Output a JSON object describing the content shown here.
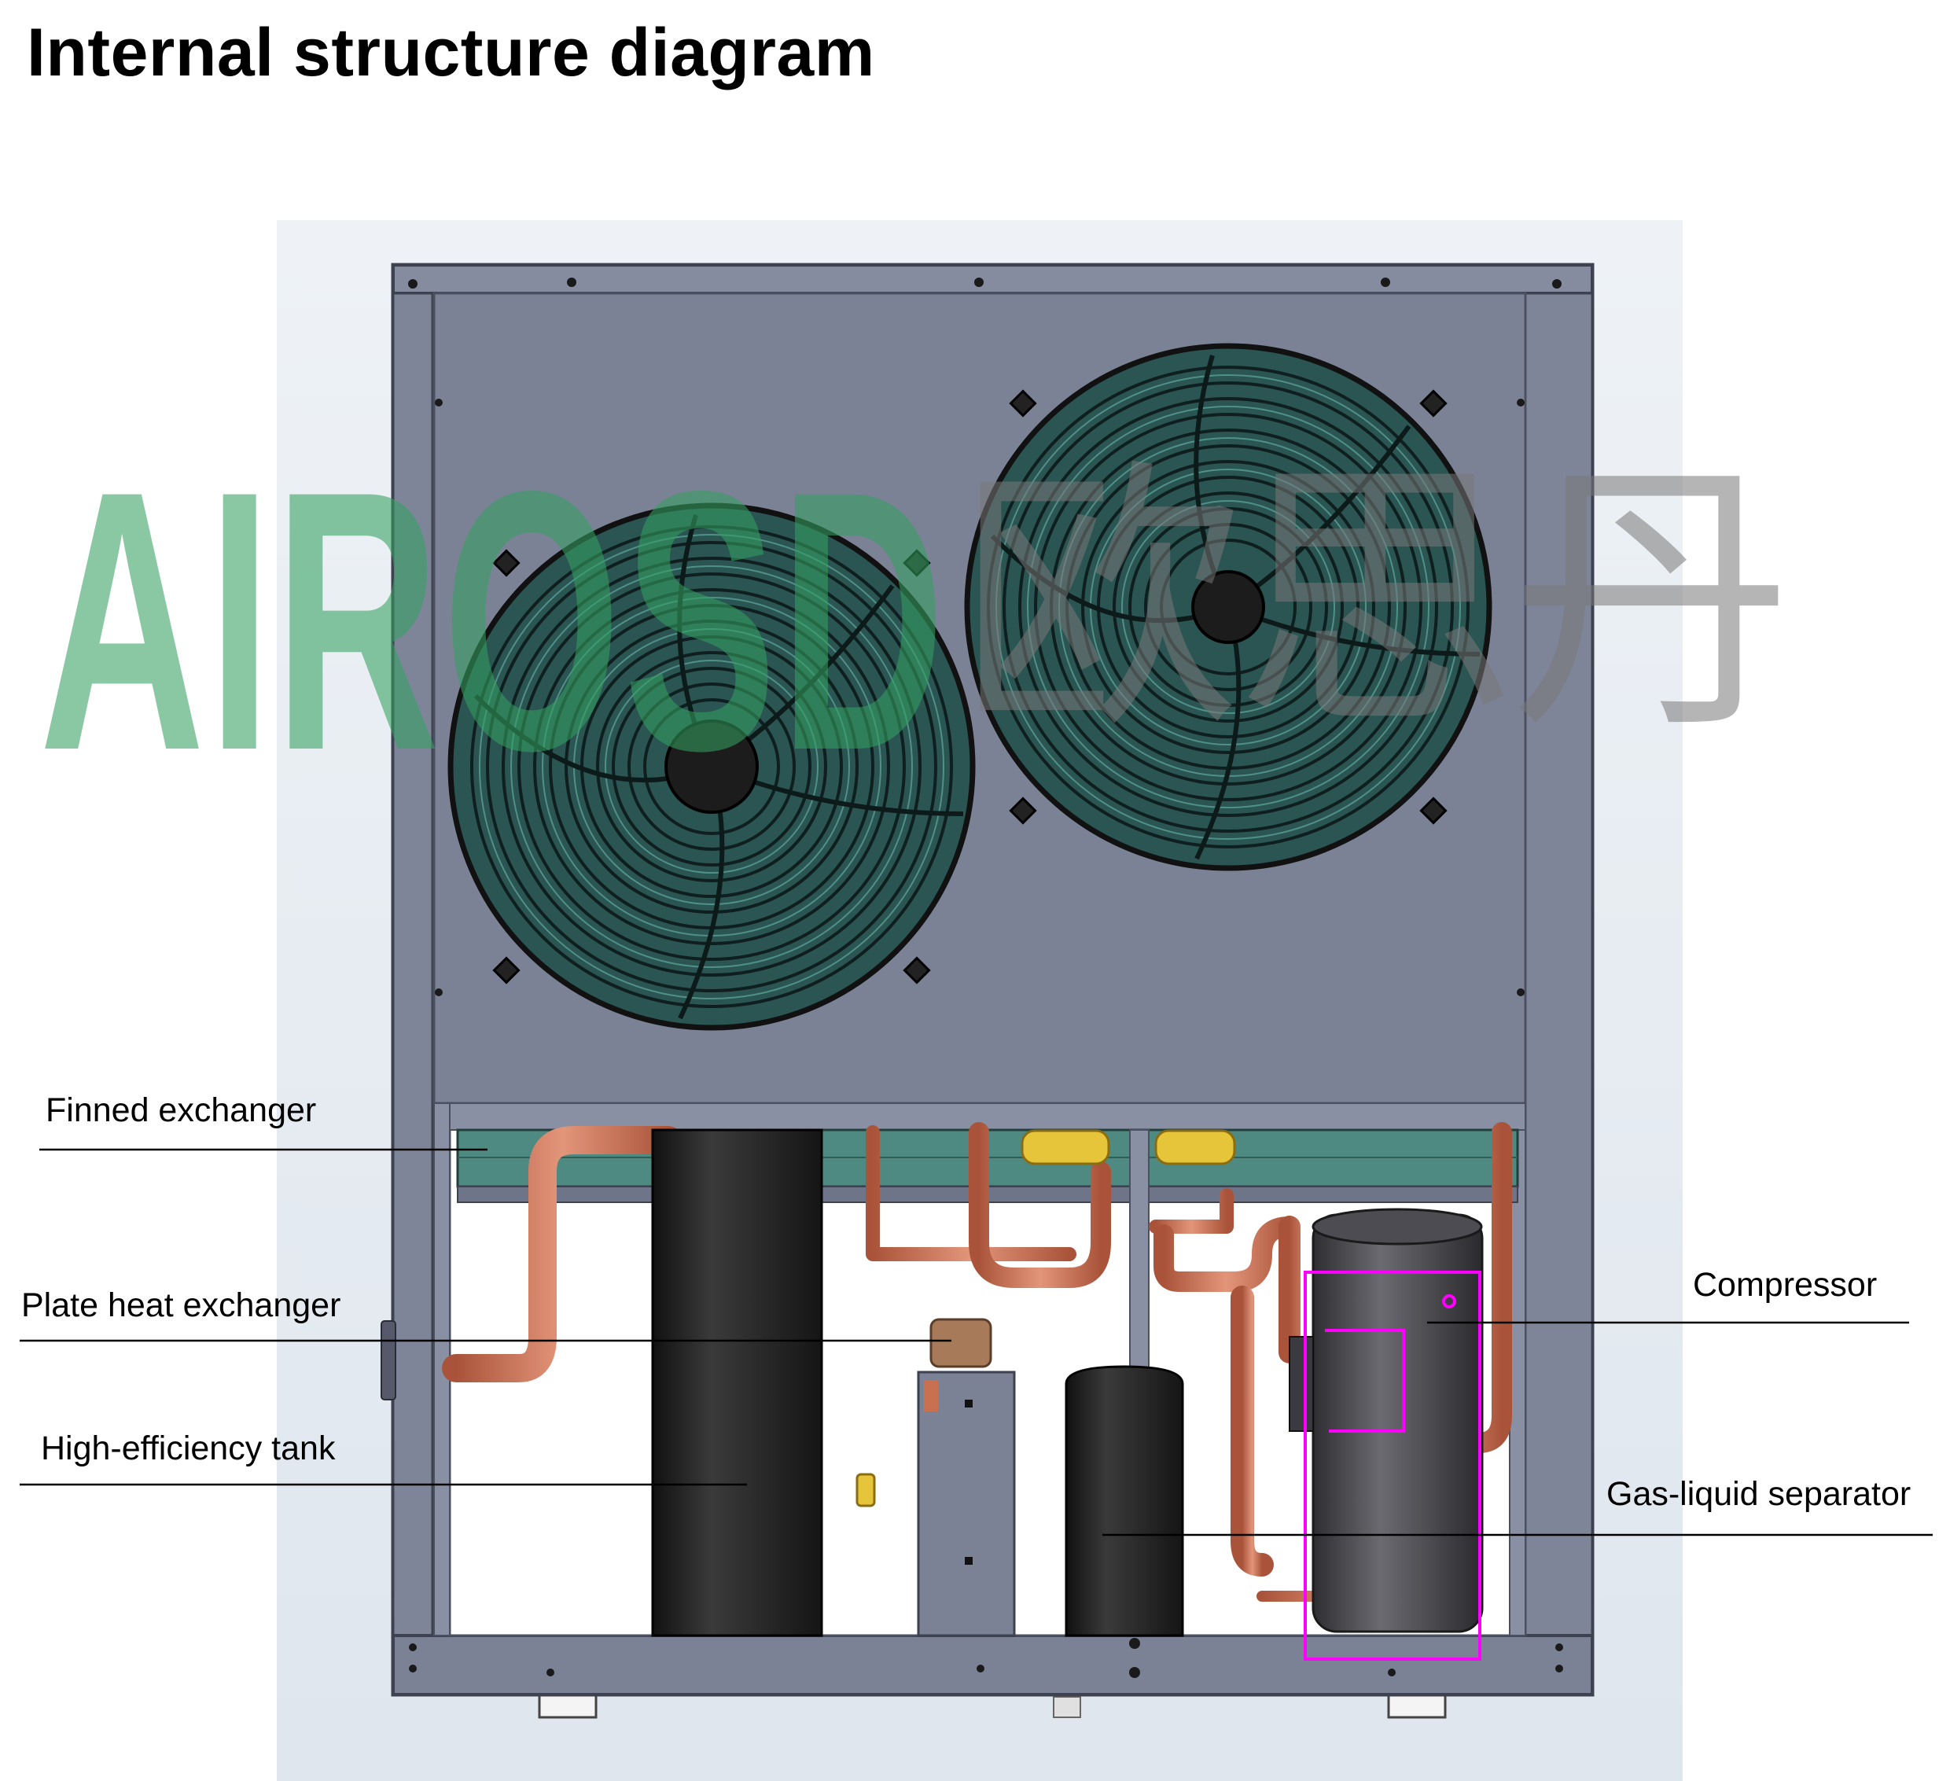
{
  "title": "Internal structure diagram",
  "watermark": {
    "latin": "AIROSD",
    "cjk": "欧思丹",
    "latin_color": "#34a060",
    "cjk_color": "#787878"
  },
  "labels": {
    "finned_exchanger": "Finned exchanger",
    "plate_heat_exchanger": "Plate heat exchanger",
    "high_efficiency_tank": "High-efficiency tank",
    "compressor": "Compressor",
    "gas_liquid_separator": "Gas-liquid separator"
  },
  "colors": {
    "casing": "#7a8094",
    "casing_dark": "#5d6272",
    "fan_grille": "#264f4d",
    "copper": "#c8704f",
    "tank": "#252525",
    "highlight": "#ff00ff",
    "heat_exchanger_teal": "#4f8a82",
    "fitting_yellow": "#e7c53a"
  }
}
